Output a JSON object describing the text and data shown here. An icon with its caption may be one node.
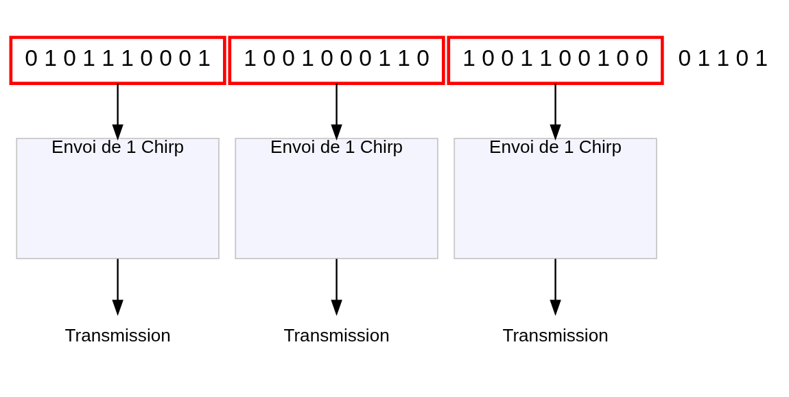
{
  "diagram": {
    "nodes": [
      {
        "text": [
          "0 1 0 1 1 1 0 0 0 1"
        ]
      },
      {
        "text": [
          "1 0 0 1 0 0 0 1 1 0"
        ]
      },
      {
        "text": [
          "1 0 0 1 1 0 0 1 0 0"
        ]
      },
      {
        "text": [
          "Envoi de 1 Chirp"
        ]
      },
      {
        "text": [
          "Envoi de 1 Chirp"
        ]
      },
      {
        "text": [
          "Envoi de 1 Chirp"
        ]
      },
      {
        "text": [
          "Transmission"
        ]
      },
      {
        "text": [
          "Transmission"
        ]
      },
      {
        "text": [
          "Transmission"
        ]
      }
    ],
    "edges": [
      {
        "from": 0,
        "to": 3,
        "arrow": "to"
      },
      {
        "from": 1,
        "to": 4,
        "arrow": "to"
      },
      {
        "from": 2,
        "to": 5,
        "arrow": "to"
      },
      {
        "from": 3,
        "to": 6,
        "arrow": "to"
      },
      {
        "from": 4,
        "to": 7,
        "arrow": "to"
      },
      {
        "from": 5,
        "to": 8,
        "arrow": "to"
      }
    ],
    "labels": [
      "0 1 1 0 1"
    ]
  }
}
